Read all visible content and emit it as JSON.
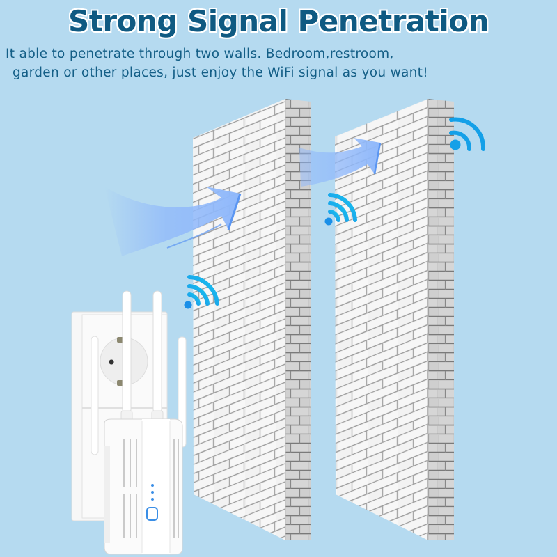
{
  "header": {
    "title": "Strong Signal Penetration",
    "subtitle_line1": "It able to penetrate through two walls. Bedroom,restroom,",
    "subtitle_line2": "garden or other places, just enjoy the WiFi signal as you want!"
  },
  "scene": {
    "background_color": "#b5daf0",
    "title_color": "#0f5a82",
    "wifi_color": "#1aa0e8",
    "arrow_color": "#8fb8fb",
    "walls": [
      {
        "name": "wall-1"
      },
      {
        "name": "wall-2"
      }
    ],
    "device": {
      "name": "wifi-range-extender",
      "antennas": 4,
      "status_leds": 3,
      "wps_button": true
    },
    "wifi_icons": 3,
    "arrows": 2
  }
}
